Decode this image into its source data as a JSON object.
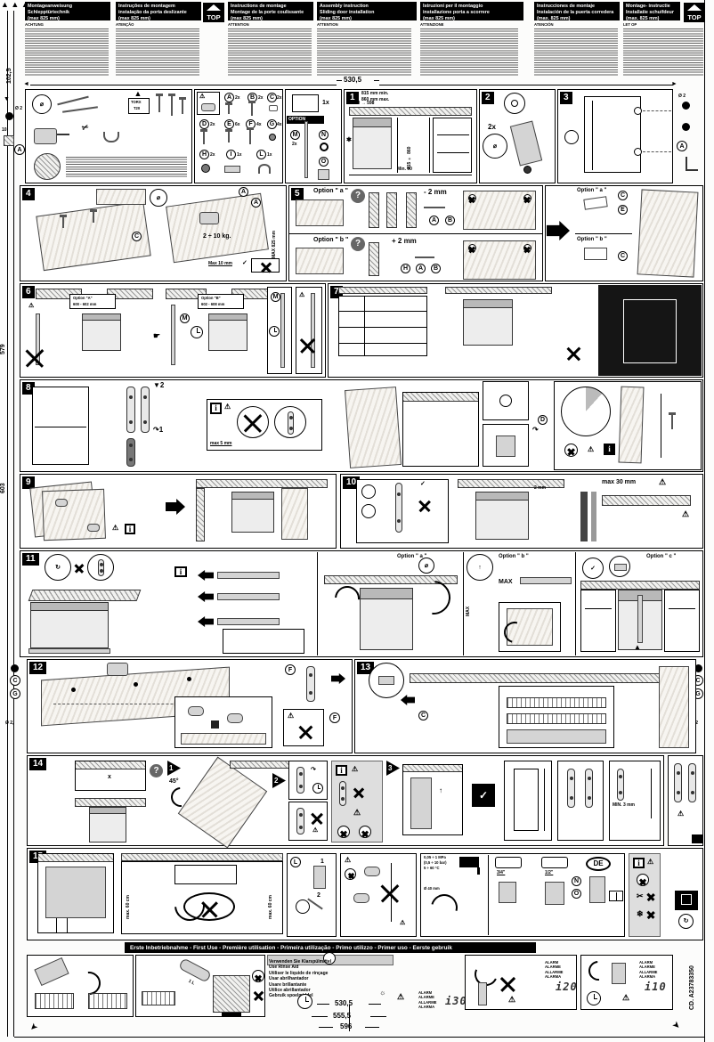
{
  "doc": {
    "top_dim": "530,5",
    "left_dims": {
      "d1": "102,5",
      "d2": "579",
      "d3": "603"
    },
    "bottom_dims": {
      "d1": "530,5",
      "d2": "555,5",
      "d3": "596"
    },
    "side_code": "CD. A23783350",
    "logo": "TOP"
  },
  "header": {
    "blocks": [
      {
        "l1": "Montageanweisung",
        "l2": "Schlepptürtechnik",
        "l3": "(max 825 mm)",
        "warn": "ACHTUNG"
      },
      {
        "l1": "Instruções de montagem",
        "l2": "instalação da porta deslizante",
        "l3": "(max 825 mm)",
        "warn": "ATENÇÃO"
      },
      {
        "l1": "Instructions de montage",
        "l2": "Montage de la porte coulissante",
        "l3": "(max 825 mm)",
        "warn": "ATTENTION"
      },
      {
        "l1": "Assembly instruction",
        "l2": "Sliding door installation",
        "l3": "(max 825 mm)",
        "warn": "ATTENTION"
      },
      {
        "l1": "Istruzioni per il montaggio",
        "l2": "installazione porta a scorrere",
        "l3": "(max 825 mm)",
        "warn": "ATTENZIONE"
      },
      {
        "l1": "Instrucciones de montaje",
        "l2": "Instalación de la puerta corredera",
        "l3": "(max. 825 mm)",
        "warn": "ATENCIÓN"
      },
      {
        "l1": "Montage- instructie",
        "l2": "Installatie schuifdeur",
        "l3": "(max. 825 mm)",
        "warn": "LET OP"
      }
    ]
  },
  "tools": {
    "torx1": "TORX",
    "torx2": "T20"
  },
  "labels": {
    "dia2": "Ø 2",
    "dia2c": "Ø 2,",
    "ten": "10",
    "info": "i",
    "q": "?",
    "x1": "1x",
    "x2": "2x",
    "opt": "OPTION",
    "a": "A",
    "b": "B",
    "c": "C",
    "d": "D",
    "e": "E",
    "f": "F",
    "g": "G",
    "h": "H",
    "ip": "I",
    "l": "L",
    "m": "M",
    "n": "N",
    "o": "O",
    "max": "MAX",
    "de": "DE"
  },
  "parts": {
    "qa": "2x",
    "qb": "2x",
    "qc": "2x",
    "qd": "2x",
    "qe": "6x",
    "qf": "4x",
    "qg": "4x",
    "qh": "2x",
    "qi": "1x",
    "ql": "1x",
    "qm": "2x",
    "bag": "1x"
  },
  "steps": {
    "s1": {
      "n": "1",
      "min": "815 mm min.",
      "max": "860 mm max.",
      "w": "550 → 598",
      "d": "Min. 90",
      "h": "815 ÷ 860"
    },
    "s2": {
      "n": "2"
    },
    "s3": {
      "n": "3"
    },
    "s4": {
      "n": "4",
      "kg": "2 ÷ 10 kg.",
      "maxw": "MAX 825 mm",
      "max10": "Max 10 mm"
    },
    "s5": {
      "n": "5",
      "oa": "Option \" a \"",
      "m2": "- 2 mm",
      "ob": "Option \" b \"",
      "p2": "+ 2 mm"
    },
    "s6": {
      "n": "6",
      "oa": "Option \"A\"",
      "da": "600 - 602 mm",
      "ob": "Option \"B\"",
      "db": "602 - 608 mm"
    },
    "s7": {
      "n": "7"
    },
    "s8": {
      "n": "8",
      "max5": "max 5 mm"
    },
    "s9": {
      "n": "9"
    },
    "s10": {
      "n": "10",
      "max30": "max 30 mm",
      "mm2": "2 mm"
    },
    "s11": {
      "n": "11",
      "oa": "Option \" a \"",
      "ob": "Option \" b \"",
      "oc": "Option \" c \""
    },
    "s12": {
      "n": "12"
    },
    "s13": {
      "n": "13"
    },
    "s14": {
      "n": "14",
      "deg": "45°",
      "f1": "1",
      "f2": "2",
      "f3": "3",
      "min3": "MIN. 3 mm"
    },
    "s15": {
      "n": "15",
      "max60": "max. 60 cm",
      "sub1": "1",
      "sub2": "2",
      "mpa": "0,05 ÷ 1 MPa",
      "bar": "(0,5 ÷ 10 bar)",
      "temp": "5 ÷ 60 °C",
      "t34": "3/4\"",
      "t12": "1/2\"",
      "d40": "Ø 40 mm"
    }
  },
  "first_use": {
    "banner": "Erste Inbetriebnahme - First Use - Première utilisation - Primeira utilização - Primo utilizzo - Primer uso - Eerste gebruik",
    "rinse": [
      "Verwenden Sie Klarspülmittel",
      "Use Rinse Aid",
      "Utiliser le liquide de rinçage",
      "Usar abrilhantador",
      "Usare brillantante",
      "Utilice abrillantador",
      "Gebruik spoelmiddel"
    ],
    "bottle": "1 L",
    "alarm": [
      "ALARM",
      "ALARME",
      "ALLARME",
      "ALARMA"
    ],
    "c30": "i30",
    "c20": "i20",
    "c10": "i10"
  }
}
